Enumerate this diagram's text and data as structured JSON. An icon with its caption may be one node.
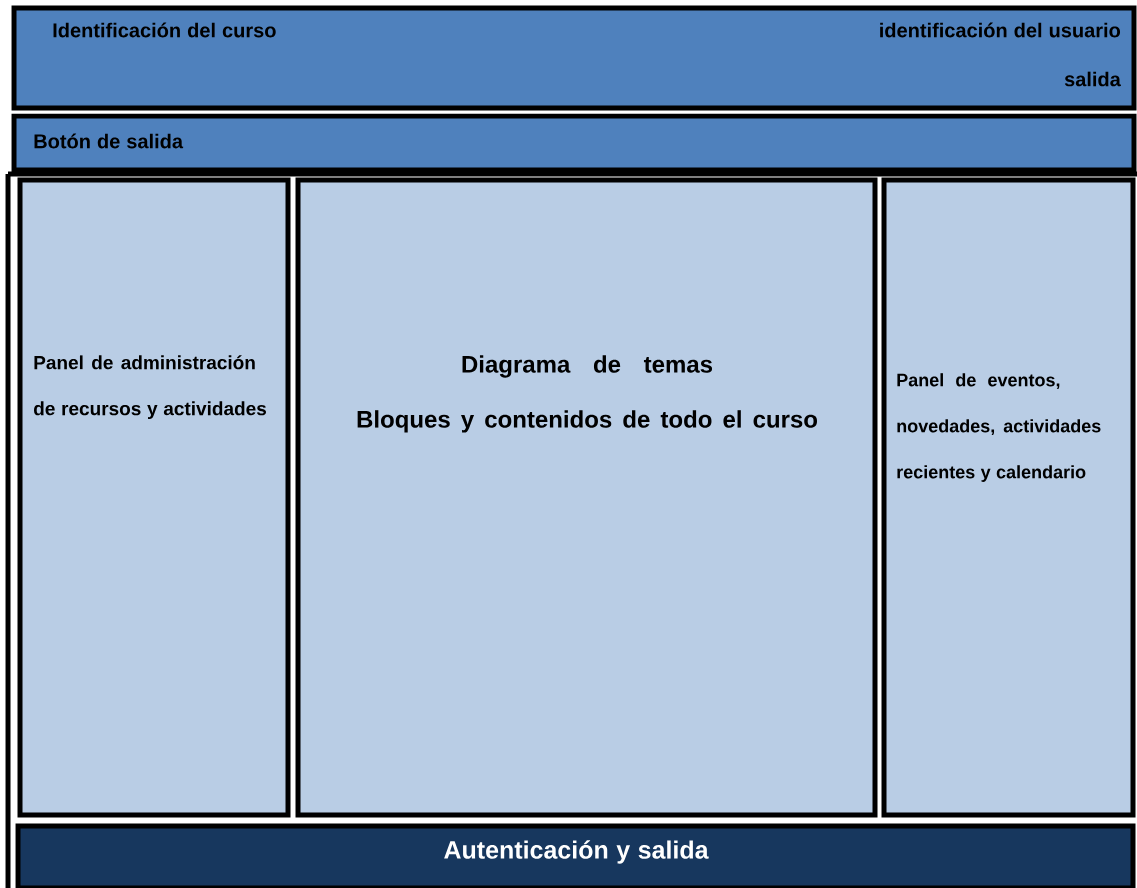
{
  "diagram": {
    "nodes": [
      {
        "text": [
          "Identificación del curso",
          "identificación del usuario",
          "salida"
        ]
      },
      {
        "text": [
          "Botón de salida"
        ]
      },
      {
        "text": [
          "Panel de administración de recursos y actividades"
        ]
      },
      {
        "text": [
          "Diagrama de temas",
          "Bloques y contenidos de todo el curso"
        ]
      },
      {
        "text": [
          "Panel de eventos, novedades, actividades recientes y calendario"
        ]
      },
      {
        "text": [
          "Autenticación y salida"
        ]
      }
    ]
  }
}
